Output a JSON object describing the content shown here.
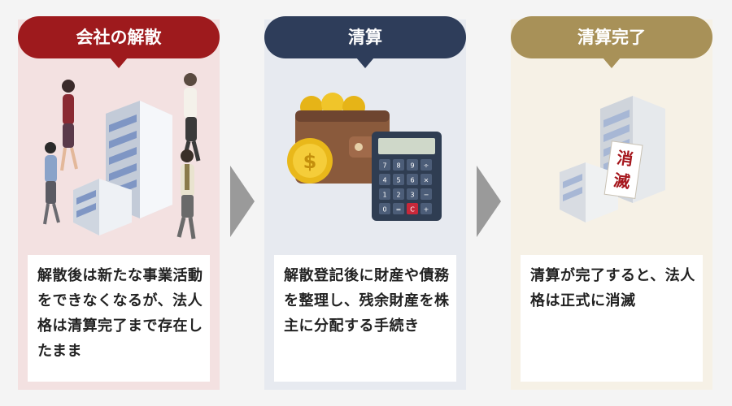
{
  "steps": [
    {
      "title": "会社の解散",
      "text": "解散後は新たな事業活動をできなくなるが、法人格は清算完了まで存在したまま"
    },
    {
      "title": "清算",
      "text": "解散登記後に財産や債務を整理し、残余財産を株主に分配する手続き"
    },
    {
      "title": "清算完了",
      "text": "清算が完了すると、法人格は正式に消滅"
    }
  ],
  "stamp": {
    "line1": "消",
    "line2": "滅"
  },
  "calculator": {
    "keys": [
      "7",
      "8",
      "9",
      "÷",
      "4",
      "5",
      "6",
      "×",
      "1",
      "2",
      "3",
      "−",
      "0",
      "=",
      "C",
      "+"
    ]
  },
  "colors": {
    "step1": "#9e1a1d",
    "step2": "#2e3d5a",
    "step3": "#a89158"
  }
}
